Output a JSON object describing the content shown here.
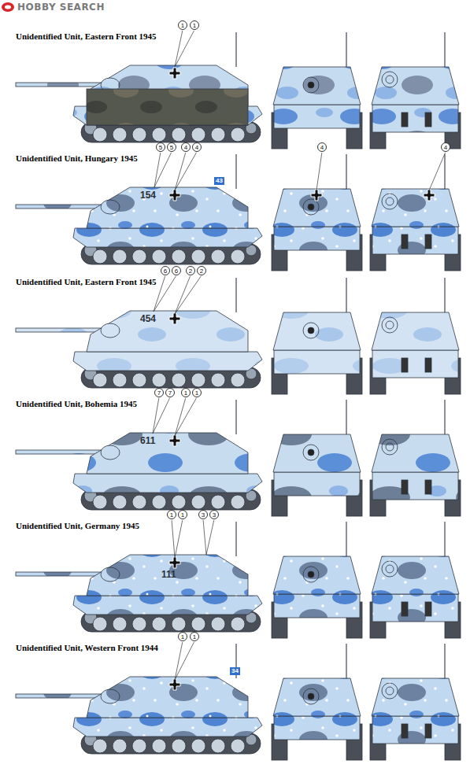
{
  "diagram": {
    "labels": [
      "HOBBY SEARCH",
      "Unidentified Unit, Eastern Front 1945",
      "1",
      "1",
      "Unidentified Unit, Hungary 1945",
      "5",
      "5",
      "4",
      "4",
      "154",
      "43",
      "4",
      "4",
      "Unidentified Unit, Eastern Front 1945",
      "6",
      "6",
      "2",
      "2",
      "454",
      "Unidentified Unit, Bohemia 1945",
      "7",
      "7",
      "1",
      "1",
      "611",
      "Unidentified Unit, Germany 1945",
      "1",
      "1",
      "3",
      "3",
      "111",
      "Unidentified Unit, Western Front 1944",
      "1",
      "1",
      "34"
    ]
  }
}
